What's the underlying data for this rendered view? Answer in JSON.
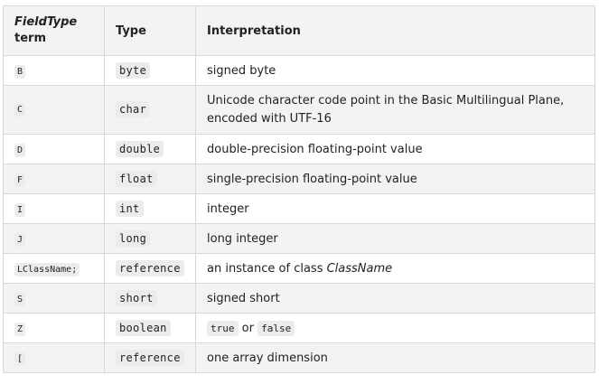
{
  "header": {
    "col1_line1": "FieldType",
    "col1_line2": "term",
    "col2": "Type",
    "col3": "Interpretation"
  },
  "rows": [
    {
      "term": "B",
      "type": "byte",
      "interp": "signed byte"
    },
    {
      "term": "C",
      "type": "char",
      "interp": "Unicode character code point in the Basic Multilingual Plane, encoded with UTF-16"
    },
    {
      "term": "D",
      "type": "double",
      "interp": "double-precision floating-point value"
    },
    {
      "term": "F",
      "type": "float",
      "interp": "single-precision floating-point value"
    },
    {
      "term": "I",
      "type": "int",
      "interp": "integer"
    },
    {
      "term": "J",
      "type": "long",
      "interp": "long integer"
    },
    {
      "term": "LClassName;",
      "type": "reference",
      "interp_prefix": "an instance of class ",
      "interp_em": "ClassName"
    },
    {
      "term": "S",
      "type": "short",
      "interp": "signed short"
    },
    {
      "term": "Z",
      "type": "boolean",
      "interp_code1": "true",
      "interp_mid": " or ",
      "interp_code2": "false"
    },
    {
      "term": "[",
      "type": "reference",
      "interp": "one array dimension"
    }
  ]
}
